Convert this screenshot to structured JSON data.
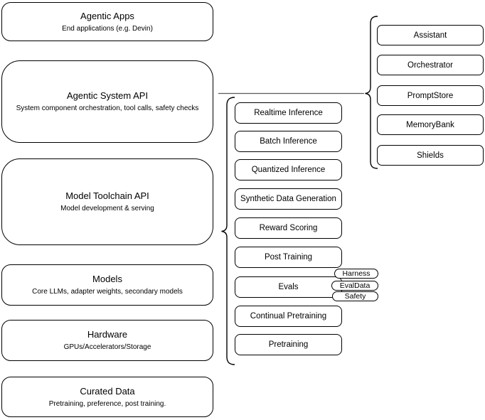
{
  "diagram": {
    "background_color": "#ffffff",
    "node_stroke_color": "#000000",
    "connector_color": "#595959",
    "stack_layers": [
      {
        "title": "Agentic Apps",
        "subtitle": "End applications (e.g. Devin)"
      },
      {
        "title": "Agentic System API",
        "subtitle": "System component orchestration, tool calls, safety checks"
      },
      {
        "title": "Model Toolchain API",
        "subtitle": "Model development & serving"
      },
      {
        "title": "Models",
        "subtitle": "Core LLMs, adapter weights, secondary models"
      },
      {
        "title": "Hardware",
        "subtitle": "GPUs/Accelerators/Storage"
      },
      {
        "title": "Curated Data",
        "subtitle": "Pretraining, preference, post training."
      }
    ],
    "toolchain_components": [
      {
        "label": "Realtime Inference"
      },
      {
        "label": "Batch Inference"
      },
      {
        "label": "Quantized Inference"
      },
      {
        "label": "Synthetic Data Generation"
      },
      {
        "label": "Reward Scoring"
      },
      {
        "label": "Post Training"
      },
      {
        "label": "Evals"
      },
      {
        "label": "Continual Pretraining"
      },
      {
        "label": "Pretraining"
      }
    ],
    "evals_badges": [
      {
        "label": "Harness"
      },
      {
        "label": "EvalData"
      },
      {
        "label": "Safety"
      }
    ],
    "system_components": [
      {
        "label": "Assistant"
      },
      {
        "label": "Orchestrator"
      },
      {
        "label": "PromptStore"
      },
      {
        "label": "MemoryBank"
      },
      {
        "label": "Shields"
      }
    ]
  }
}
